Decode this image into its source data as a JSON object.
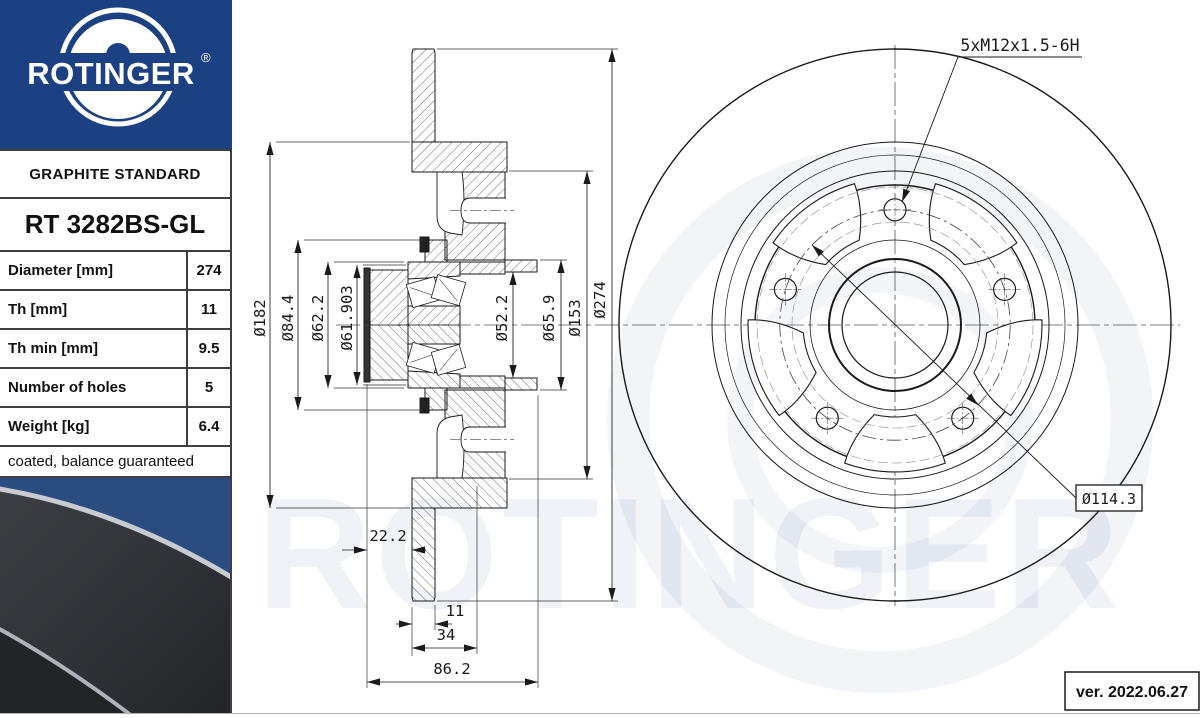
{
  "brand": {
    "logo_text": "ROTINGER",
    "registered_mark": "®"
  },
  "sidebar": {
    "series_label": "GRAPHITE STANDARD",
    "part_number": "RT 3282BS-GL",
    "specs": [
      {
        "label": "Diameter [mm]",
        "value": "274"
      },
      {
        "label": "Th [mm]",
        "value": "11"
      },
      {
        "label": "Th min [mm]",
        "value": "9.5"
      },
      {
        "label": "Number of holes",
        "value": "5"
      },
      {
        "label": "Weight [kg]",
        "value": "6.4"
      }
    ],
    "note": "coated, balance guaranteed"
  },
  "drawing": {
    "section_dims": {
      "d182": "Ø182",
      "d84_4": "Ø84.4",
      "d62_2": "Ø62.2",
      "d61_903": "Ø61.903",
      "d52_2": "Ø52.2",
      "d65_9": "Ø65.9",
      "d153": "Ø153",
      "d274": "Ø274",
      "w22_2": "22.2",
      "w11": "11",
      "w34": "34",
      "w86_2": "86.2"
    },
    "front_dims": {
      "thread_callout": "5xM12x1.5-6H",
      "bolt_circle_diameter": "Ø114.3"
    },
    "version": "ver. 2022.06.27"
  },
  "colors": {
    "brand_blue": "#1b4183",
    "drawing_line": "#1a1a1a",
    "watermark_blue": "rgba(27,64,131,0.07)"
  }
}
